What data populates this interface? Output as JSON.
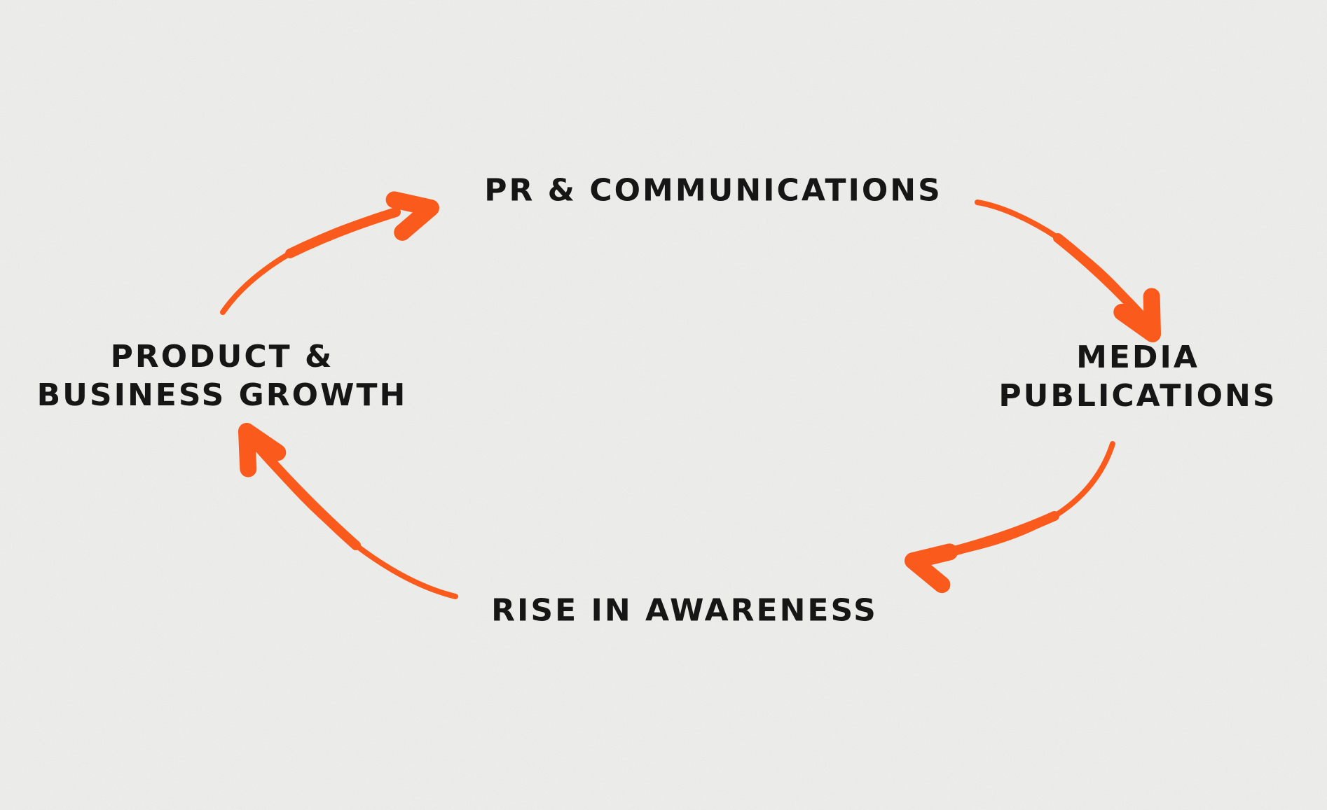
{
  "diagram": {
    "type": "cycle",
    "nodes": {
      "top": {
        "id": "pr-communications",
        "label": "PR & COMMUNICATIONS"
      },
      "right": {
        "id": "media-publications",
        "line1": "MEDIA",
        "line2": "PUBLICATIONS"
      },
      "bottom": {
        "id": "rise-in-awareness",
        "label": "RISE IN AWARENESS"
      },
      "left": {
        "id": "product-business-growth",
        "line1": "PRODUCT &",
        "line2": "BUSINESS GROWTH"
      }
    },
    "edges": [
      {
        "from": "product-business-growth",
        "to": "pr-communications"
      },
      {
        "from": "pr-communications",
        "to": "media-publications"
      },
      {
        "from": "media-publications",
        "to": "rise-in-awareness"
      },
      {
        "from": "rise-in-awareness",
        "to": "product-business-growth"
      }
    ],
    "colors": {
      "arrow": "#fa5a1b",
      "text": "#161616",
      "background": "#f1f1ef"
    }
  }
}
